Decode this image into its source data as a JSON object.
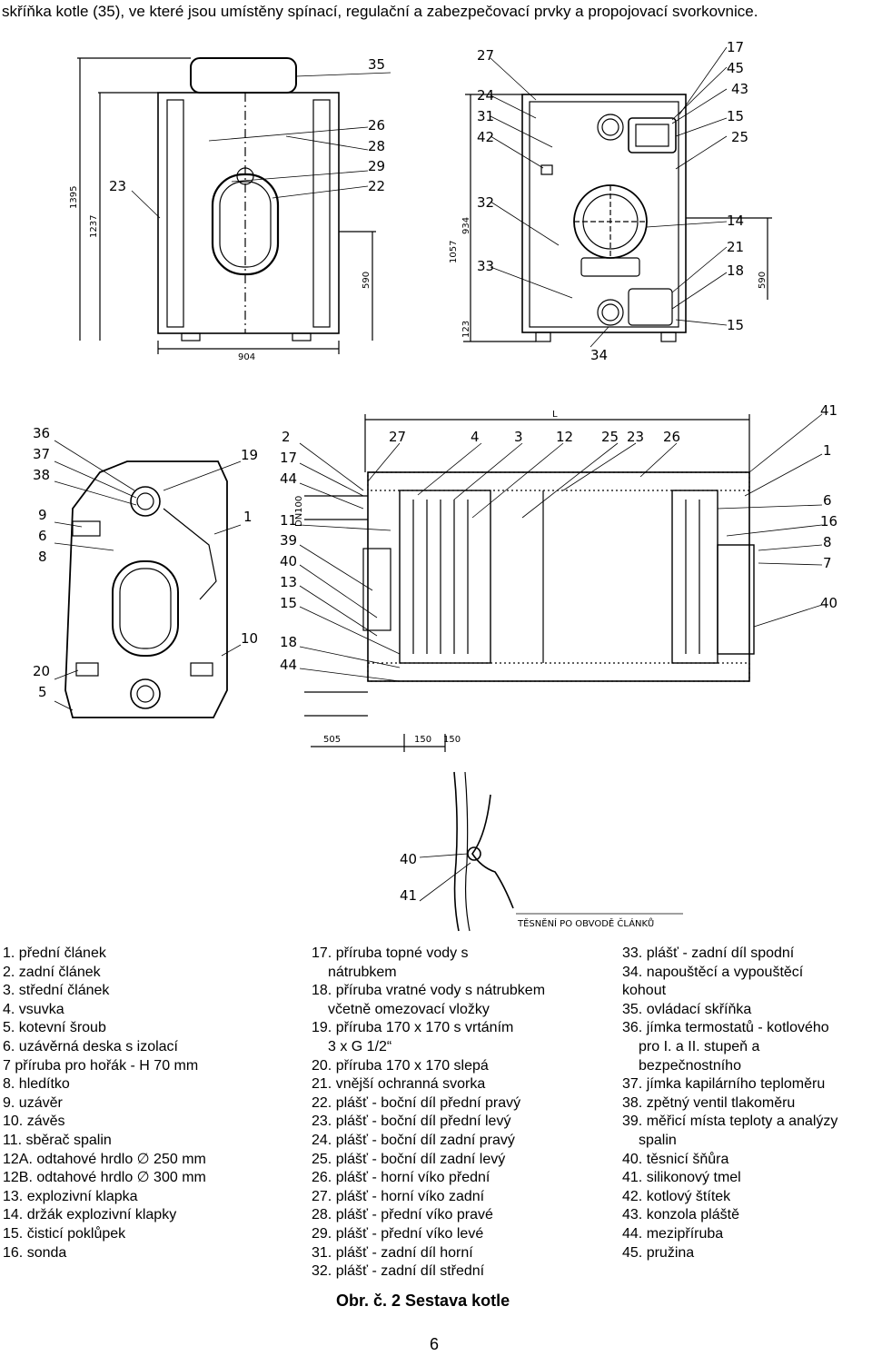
{
  "intro": "skříňka kotle (35), ve které jsou umístěny spínací, regulační a zabezpečovací prvky a propojovací svorkovnice.",
  "drawing_labels": {
    "front": [
      "35",
      "26",
      "28",
      "29",
      "22",
      "23"
    ],
    "front_dims": [
      "1395",
      "1237",
      "590",
      "904"
    ],
    "back": [
      "27",
      "24",
      "31",
      "42",
      "32",
      "33",
      "34",
      "17",
      "45",
      "43",
      "15",
      "25",
      "14",
      "21",
      "18",
      "15"
    ],
    "back_dims": [
      "1057",
      "934",
      "123",
      "590"
    ],
    "side": [
      "36",
      "37",
      "38",
      "9",
      "6",
      "8",
      "20",
      "5",
      "19",
      "1",
      "10"
    ],
    "section": [
      "2",
      "17",
      "44",
      "11",
      "39",
      "40",
      "13",
      "15",
      "18",
      "44",
      "27",
      "4",
      "3",
      "12",
      "25",
      "23",
      "26",
      "41",
      "1",
      "6",
      "16",
      "8",
      "7",
      "40"
    ],
    "section_dims": [
      "L",
      "DN100",
      "505",
      "150",
      "150"
    ],
    "detail": [
      "40",
      "41"
    ],
    "detail_caption": "TĚSNĚNÍ PO OBVODĚ ČLÁNKŮ"
  },
  "legend": {
    "col1": [
      "1.  přední článek",
      "2.  zadní článek",
      "3.  střední článek",
      "4.  vsuvka",
      "5.  kotevní šroub",
      "6.  uzávěrná deska s izolací",
      "7   příruba pro hořák - H 70 mm",
      "8.  hledítko",
      "9.  uzávěr",
      "10. závěs",
      "11. sběrač spalin",
      "12A. odtahové hrdlo ∅ 250 mm",
      "12B. odtahové hrdlo ∅ 300 mm",
      "13. explozivní klapka",
      "14. držák explozivní klapky",
      "15. čisticí poklůpek",
      "16. sonda"
    ],
    "col2": [
      {
        "t": "17. příruba topné vody s",
        "i": false
      },
      {
        "t": "nátrubkem",
        "i": true
      },
      {
        "t": "18. příruba vratné vody s nátrubkem",
        "i": false
      },
      {
        "t": "včetně omezovací vložky",
        "i": true
      },
      {
        "t": "19. příruba 170 x 170 s vrtáním",
        "i": false
      },
      {
        "t": "3 x G 1/2“",
        "i": true
      },
      {
        "t": "20. příruba 170 x 170 slepá",
        "i": false
      },
      {
        "t": "21. vnější ochranná svorka",
        "i": false
      },
      {
        "t": "22. plášť - boční díl přední pravý",
        "i": false
      },
      {
        "t": "23. plášť - boční díl přední levý",
        "i": false
      },
      {
        "t": "24. plášť - boční díl zadní pravý",
        "i": false
      },
      {
        "t": "25. plášť - boční díl zadní levý",
        "i": false
      },
      {
        "t": "26. plášť - horní víko přední",
        "i": false
      },
      {
        "t": "27. plášť - horní víko zadní",
        "i": false
      },
      {
        "t": "28. plášť - přední víko pravé",
        "i": false
      },
      {
        "t": "29. plášť - přední víko levé",
        "i": false
      },
      {
        "t": "31. plášť - zadní díl horní",
        "i": false
      },
      {
        "t": "32. plášť - zadní díl střední",
        "i": false
      }
    ],
    "col3": [
      {
        "t": "33. plášť - zadní díl spodní",
        "i": false
      },
      {
        "t": "34. napouštěcí a vypouštěcí",
        "i": false
      },
      {
        "t": "kohout",
        "i": false
      },
      {
        "t": "35. ovládací skříňka",
        "i": false
      },
      {
        "t": "36. jímka termostatů - kotlového",
        "i": false
      },
      {
        "t": "pro I. a II. stupeň a",
        "i": true
      },
      {
        "t": "bezpečnostního",
        "i": true
      },
      {
        "t": "37. jímka kapilárního teploměru",
        "i": false
      },
      {
        "t": "38. zpětný ventil tlakoměru",
        "i": false
      },
      {
        "t": "39. měřicí místa teploty a analýzy",
        "i": false
      },
      {
        "t": "spalin",
        "i": true
      },
      {
        "t": "40. těsnicí šňůra",
        "i": false
      },
      {
        "t": "41. silikonový tmel",
        "i": false
      },
      {
        "t": "42. kotlový štítek",
        "i": false
      },
      {
        "t": "43. konzola pláště",
        "i": false
      },
      {
        "t": "44. mezipříruba",
        "i": false
      },
      {
        "t": "45. pružina",
        "i": false
      }
    ]
  },
  "caption": "Obr. č. 2  Sestava kotle",
  "page_number": "6"
}
